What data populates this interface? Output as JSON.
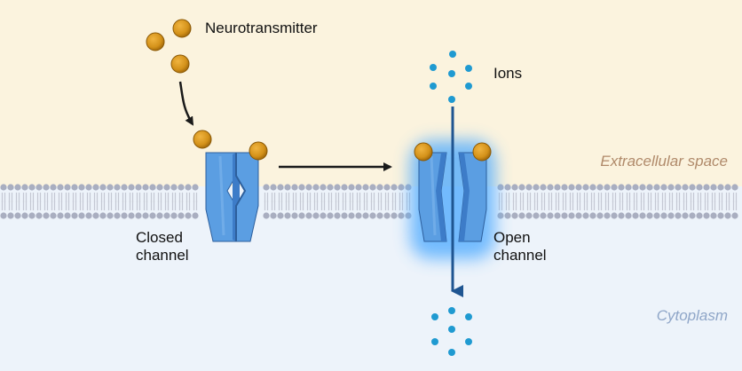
{
  "labels": {
    "neurotransmitter": "Neurotransmitter",
    "ions": "Ions",
    "closed_channel": "Closed\nchannel",
    "open_channel": "Open\nchannel",
    "extracellular": "Extracellular space",
    "cytoplasm": "Cytoplasm"
  },
  "colors": {
    "extracellular_bg": "#fbf3de",
    "cytoplasm_bg": "#edf3fa",
    "lipid_head": "#a9aec0",
    "lipid_tail": "#c4c8d3",
    "channel_light": "#5b9ee2",
    "channel_dark": "#3d7cc8",
    "channel_outline": "#2d5f9c",
    "neurotransmitter": "#d4921a",
    "ion": "#1f9ad1",
    "glow": "#4aa8ff",
    "arrow": "#1a1a1a",
    "ion_arrow": "#1f5591",
    "extracellular_text": "#b08a6a",
    "cytoplasm_text": "#8fa6c8"
  },
  "icons": {
    "neurotransmitter": "orange-sphere",
    "ion": "blue-dot",
    "channel": "ion-channel-protein"
  }
}
